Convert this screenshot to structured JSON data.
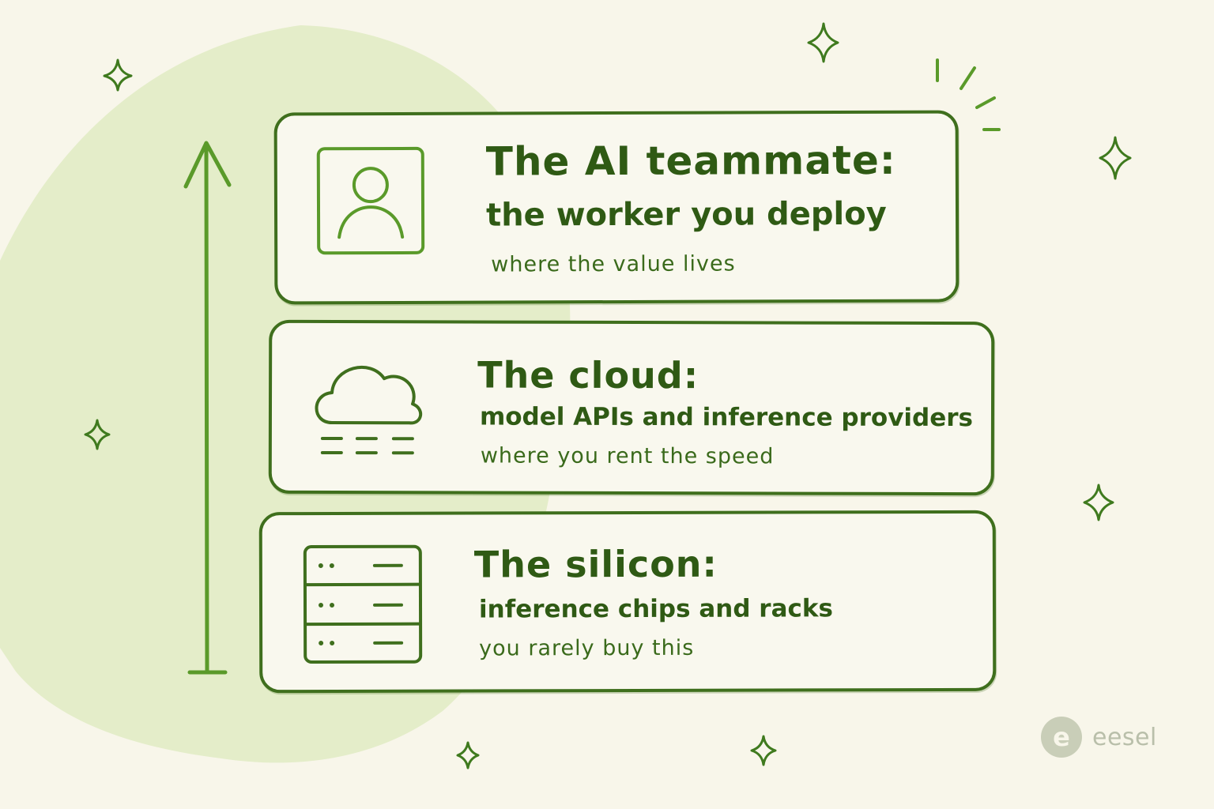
{
  "colors": {
    "background": "#f8f6ea",
    "blob": "#e3ecc8",
    "stroke_dark": "#3f6f1d",
    "stroke_bright": "#5a9a2a",
    "text": "#2f5a14",
    "brand": "#b9bfaa"
  },
  "layers": [
    {
      "icon": "person-icon",
      "title": "The AI teammate:",
      "description": "the worker you deploy",
      "note": "where the value lives"
    },
    {
      "icon": "cloud-icon",
      "title": "The cloud:",
      "description": "model APIs and inference providers",
      "note": "where you rent the speed"
    },
    {
      "icon": "server-rack-icon",
      "title": "The silicon:",
      "description": "inference chips and racks",
      "note": "you rarely buy this"
    }
  ],
  "brand": {
    "name": "eesel",
    "logo_letter": "e"
  }
}
